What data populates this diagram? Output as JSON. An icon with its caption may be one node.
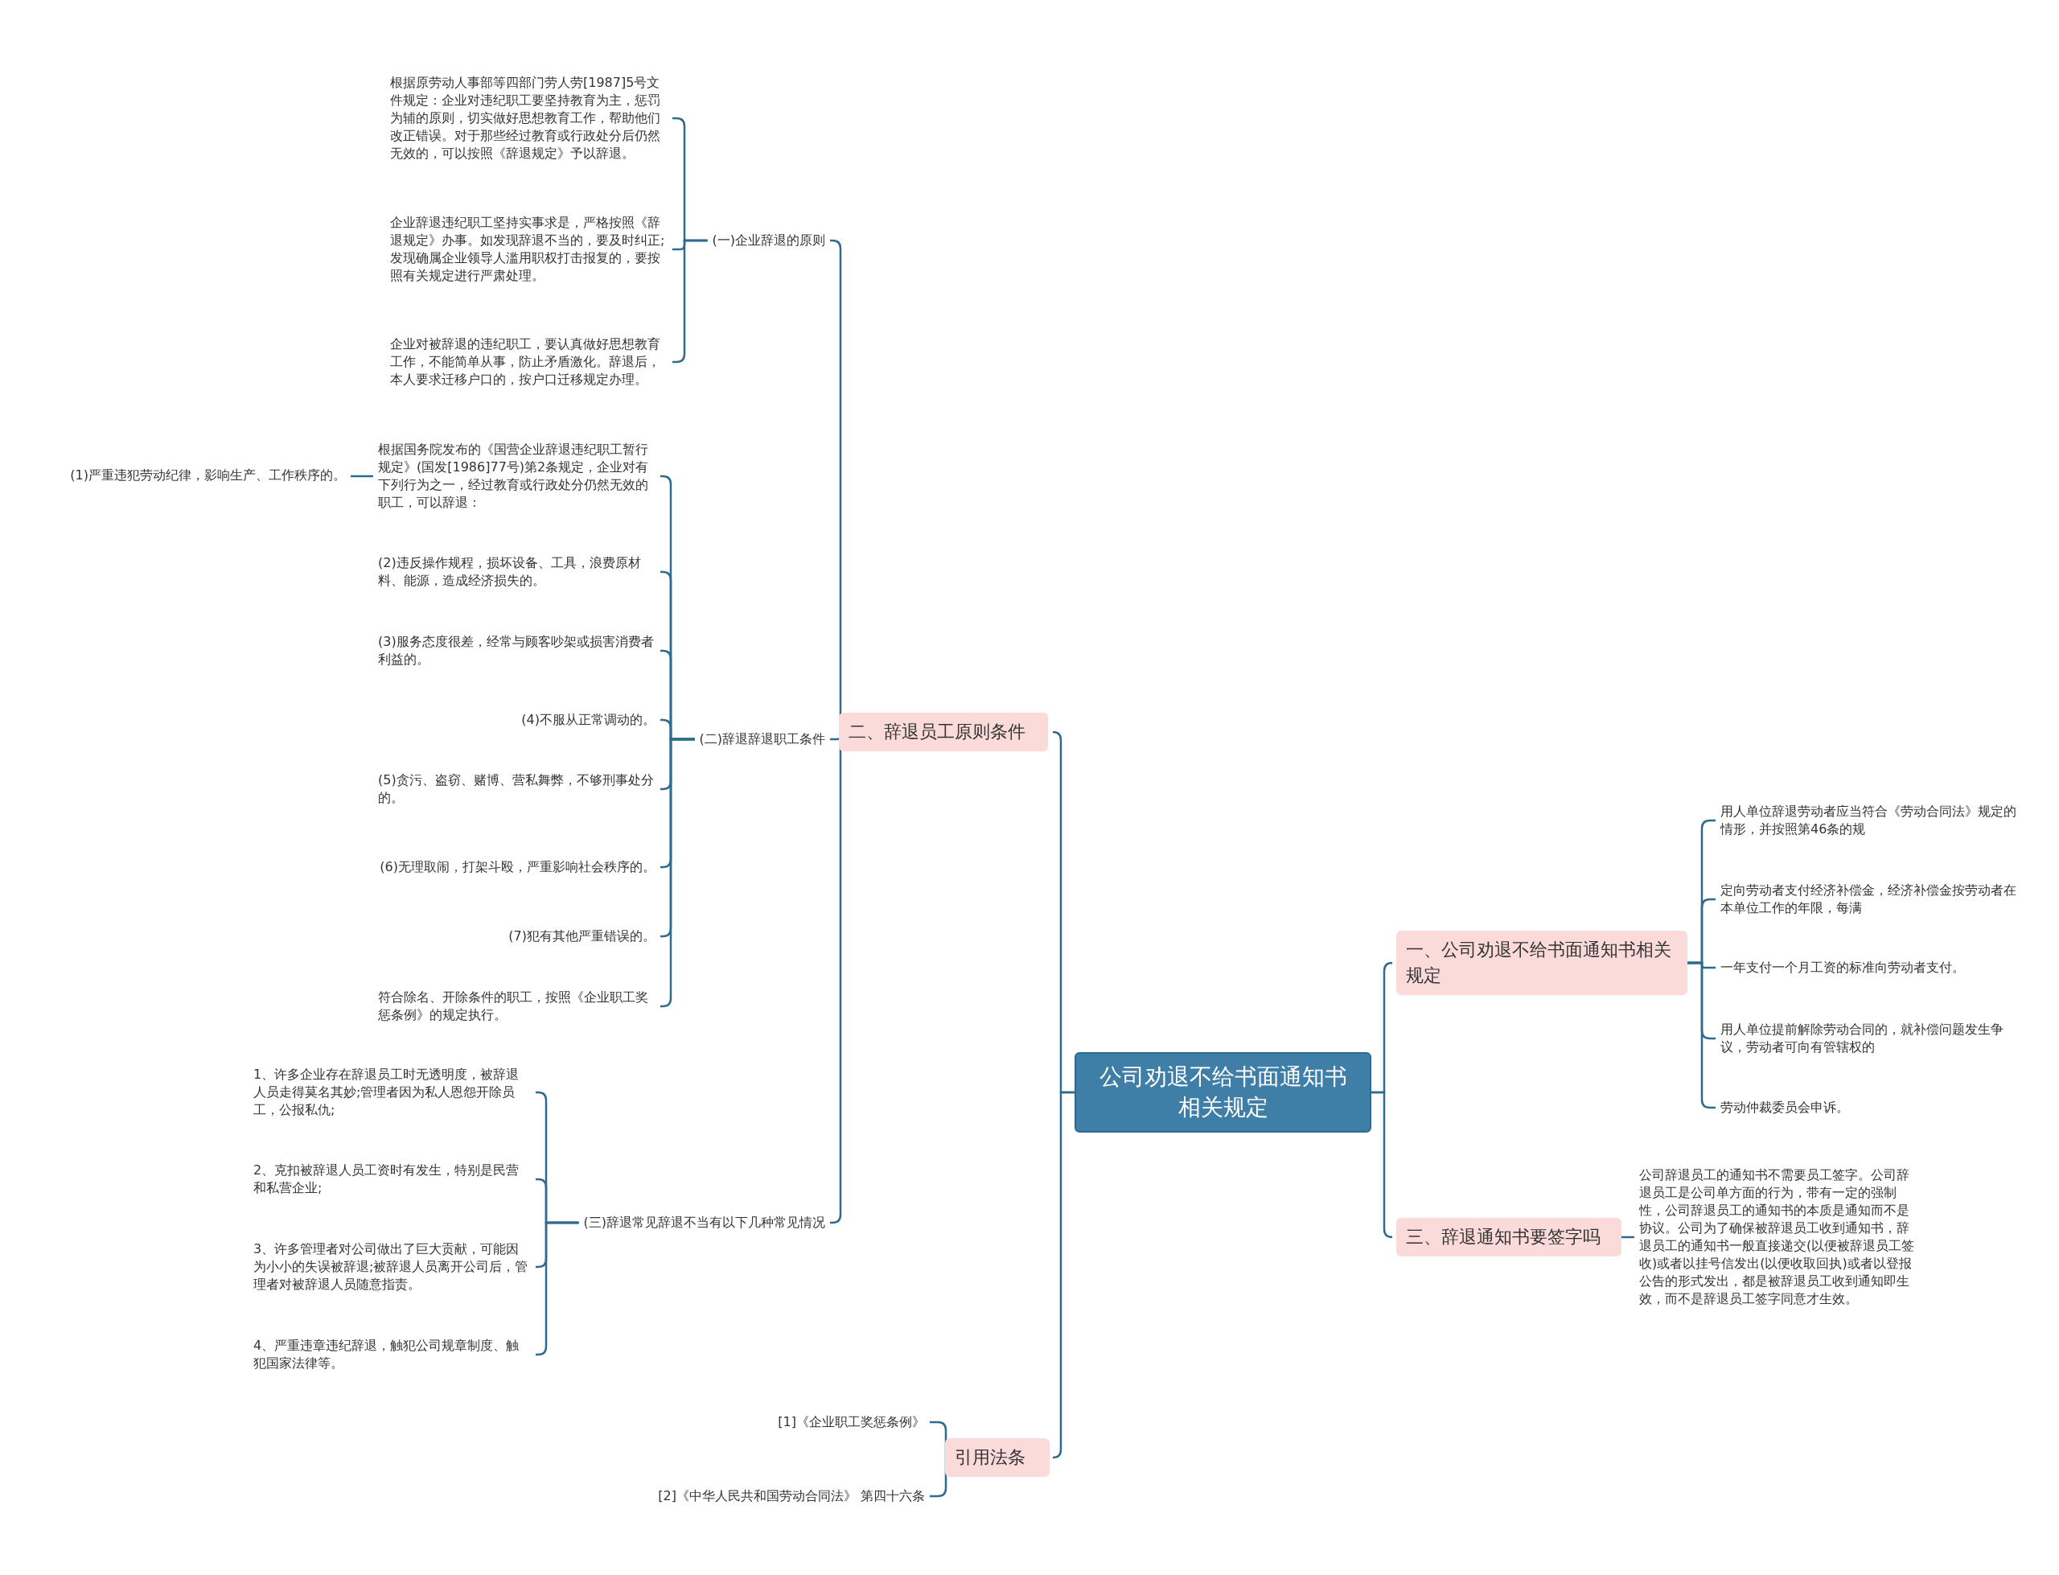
{
  "diagram": {
    "nodes": [
      {
        "text": [
          "公司劝退不给书面通知书相关规定"
        ]
      },
      {
        "text": [
          "二、辞退员工原则条件"
        ]
      },
      {
        "text": [
          "(一)企业辞退的原则"
        ]
      },
      {
        "text": [
          "根据原劳动人事部等四部门劳人劳[1987]5号文件规定：企业对违纪职工要坚持教育为主，惩罚为辅的原则，切实做好思想教育工作，帮助他们改正错误。对于那些经过教育或行政处分后仍然无效的，可以按照《辞退规定》予以辞退。"
        ]
      },
      {
        "text": [
          "企业辞退违纪职工坚持实事求是，严格按照《辞退规定》办事。如发现辞退不当的，要及时纠正;发现确属企业领导人滥用职权打击报复的，要按照有关规定进行严肃处理。"
        ]
      },
      {
        "text": [
          "企业对被辞退的违纪职工，要认真做好思想教育工作，不能简单从事，防止矛盾激化。辞退后，本人要求迁移户口的，按户口迁移规定办理。"
        ]
      },
      {
        "text": [
          "(二)辞退辞退职工条件"
        ]
      },
      {
        "text": [
          "根据国务院发布的《国营企业辞退违纪职工暂行规定》(国发[1986]77号)第2条规定，企业对有下列行为之一，经过教育或行政处分仍然无效的职工，可以辞退："
        ]
      },
      {
        "text": [
          "(1)严重违犯劳动纪律，影响生产、工作秩序的。"
        ]
      },
      {
        "text": [
          "(2)违反操作规程，损坏设备、工具，浪费原材料、能源，造成经济损失的。"
        ]
      },
      {
        "text": [
          "(3)服务态度很差，经常与顾客吵架或损害消费者利益的。"
        ]
      },
      {
        "text": [
          "(4)不服从正常调动的。"
        ]
      },
      {
        "text": [
          "(5)贪污、盗窃、赌博、营私舞弊，不够刑事处分的。"
        ]
      },
      {
        "text": [
          "(6)无理取闹，打架斗殴，严重影响社会秩序的。"
        ]
      },
      {
        "text": [
          "(7)犯有其他严重错误的。"
        ]
      },
      {
        "text": [
          "符合除名、开除条件的职工，按照《企业职工奖惩条例》的规定执行。"
        ]
      },
      {
        "text": [
          "(三)辞退常见辞退不当有以下几种常见情况"
        ]
      },
      {
        "text": [
          "1、许多企业存在辞退员工时无透明度，被辞退人员走得莫名其妙;管理者因为私人恩怨开除员工，公报私仇;"
        ]
      },
      {
        "text": [
          "2、克扣被辞退人员工资时有发生，特别是民营和私营企业;"
        ]
      },
      {
        "text": [
          "3、许多管理者对公司做出了巨大贡献，可能因为小小的失误被辞退;被辞退人员离开公司后，管理者对被辞退人员随意指责。"
        ]
      },
      {
        "text": [
          "4、严重违章违纪辞退，触犯公司规章制度、触犯国家法律等。"
        ]
      },
      {
        "text": [
          "引用法条"
        ]
      },
      {
        "text": [
          "[1]《企业职工奖惩条例》"
        ]
      },
      {
        "text": [
          "[2]《中华人民共和国劳动合同法》 第四十六条"
        ]
      },
      {
        "text": [
          "一、公司劝退不给书面通知书相关规定"
        ]
      },
      {
        "text": [
          "用人单位辞退劳动者应当符合《劳动合同法》规定的情形，并按照第46条的规"
        ]
      },
      {
        "text": [
          "定向劳动者支付经济补偿金，经济补偿金按劳动者在本单位工作的年限，每满"
        ]
      },
      {
        "text": [
          "一年支付一个月工资的标准向劳动者支付。"
        ]
      },
      {
        "text": [
          "用人单位提前解除劳动合同的，就补偿问题发生争议，劳动者可向有管辖权的"
        ]
      },
      {
        "text": [
          "劳动仲裁委员会申诉。"
        ]
      },
      {
        "text": [
          "三、辞退通知书要签字吗"
        ]
      },
      {
        "text": [
          "公司辞退员工的通知书不需要员工签字。公司辞退员工是公司单方面的行为，带有一定的强制性，公司辞退员工的通知书的本质是通知而不是协议。公司为了确保被辞退员工收到通知书，辞退员工的通知书一般直接递交(以便被辞退员工签收)或者以挂号信发出(以便收取回执)或者以登报公告的形式发出，都是被辞退员工收到通知即生效，而不是辞退员工签字同意才生效。"
        ]
      }
    ],
    "edges": [
      {
        "from": 0,
        "to": 1,
        "arrow": "none"
      },
      {
        "from": 1,
        "to": 2,
        "arrow": "none"
      },
      {
        "from": 2,
        "to": 3,
        "arrow": "none"
      },
      {
        "from": 2,
        "to": 4,
        "arrow": "none"
      },
      {
        "from": 2,
        "to": 5,
        "arrow": "none"
      },
      {
        "from": 1,
        "to": 6,
        "arrow": "none"
      },
      {
        "from": 6,
        "to": 7,
        "arrow": "none"
      },
      {
        "from": 7,
        "to": 8,
        "arrow": "none"
      },
      {
        "from": 6,
        "to": 9,
        "arrow": "none"
      },
      {
        "from": 6,
        "to": 10,
        "arrow": "none"
      },
      {
        "from": 6,
        "to": 11,
        "arrow": "none"
      },
      {
        "from": 6,
        "to": 12,
        "arrow": "none"
      },
      {
        "from": 6,
        "to": 13,
        "arrow": "none"
      },
      {
        "from": 6,
        "to": 14,
        "arrow": "none"
      },
      {
        "from": 6,
        "to": 15,
        "arrow": "none"
      },
      {
        "from": 1,
        "to": 16,
        "arrow": "none"
      },
      {
        "from": 16,
        "to": 17,
        "arrow": "none"
      },
      {
        "from": 16,
        "to": 18,
        "arrow": "none"
      },
      {
        "from": 16,
        "to": 19,
        "arrow": "none"
      },
      {
        "from": 16,
        "to": 20,
        "arrow": "none"
      },
      {
        "from": 0,
        "to": 21,
        "arrow": "none"
      },
      {
        "from": 21,
        "to": 22,
        "arrow": "none"
      },
      {
        "from": 21,
        "to": 23,
        "arrow": "none"
      },
      {
        "from": 0,
        "to": 24,
        "arrow": "none"
      },
      {
        "from": 24,
        "to": 25,
        "arrow": "none"
      },
      {
        "from": 24,
        "to": 26,
        "arrow": "none"
      },
      {
        "from": 24,
        "to": 27,
        "arrow": "none"
      },
      {
        "from": 24,
        "to": 28,
        "arrow": "none"
      },
      {
        "from": 24,
        "to": 29,
        "arrow": "none"
      },
      {
        "from": 0,
        "to": 30,
        "arrow": "none"
      },
      {
        "from": 30,
        "to": 31,
        "arrow": "none"
      }
    ]
  }
}
